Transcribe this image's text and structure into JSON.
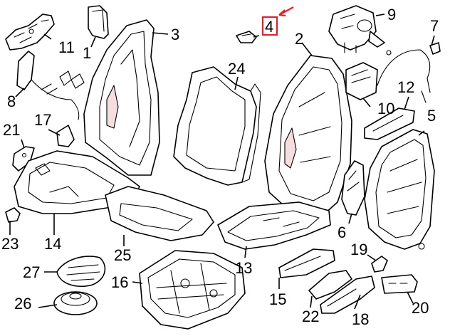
{
  "diagram": {
    "highlighted_callout": "4",
    "highlight_color": "#e2202a",
    "callouts": [
      {
        "id": "c1",
        "label": "1"
      },
      {
        "id": "c2",
        "label": "2"
      },
      {
        "id": "c3",
        "label": "3"
      },
      {
        "id": "c4",
        "label": "4"
      },
      {
        "id": "c5",
        "label": "5"
      },
      {
        "id": "c6",
        "label": "6"
      },
      {
        "id": "c7",
        "label": "7"
      },
      {
        "id": "c8",
        "label": "8"
      },
      {
        "id": "c9",
        "label": "9"
      },
      {
        "id": "c10",
        "label": "10"
      },
      {
        "id": "c11",
        "label": "11"
      },
      {
        "id": "c12",
        "label": "12"
      },
      {
        "id": "c13",
        "label": "13"
      },
      {
        "id": "c14",
        "label": "14"
      },
      {
        "id": "c15",
        "label": "15"
      },
      {
        "id": "c16",
        "label": "16"
      },
      {
        "id": "c17",
        "label": "17"
      },
      {
        "id": "c18",
        "label": "18"
      },
      {
        "id": "c19",
        "label": "19"
      },
      {
        "id": "c20",
        "label": "20"
      },
      {
        "id": "c21",
        "label": "21"
      },
      {
        "id": "c22",
        "label": "22"
      },
      {
        "id": "c23",
        "label": "23"
      },
      {
        "id": "c24",
        "label": "24"
      },
      {
        "id": "c25",
        "label": "25"
      },
      {
        "id": "c26",
        "label": "26"
      },
      {
        "id": "c27",
        "label": "27"
      }
    ]
  }
}
